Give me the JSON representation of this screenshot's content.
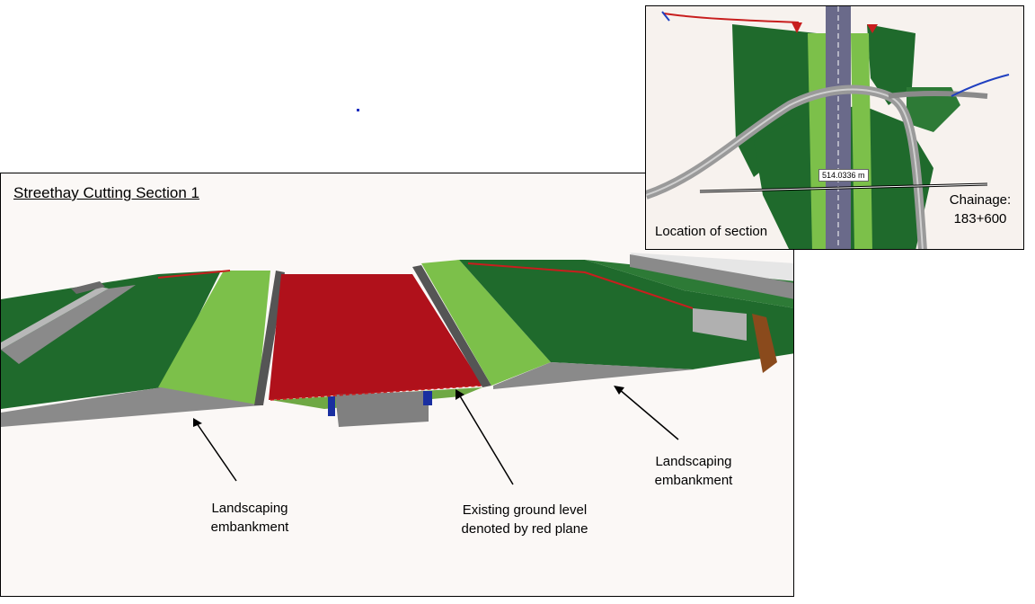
{
  "main": {
    "title": "Streethay Cutting Section 1",
    "callouts": {
      "left_embankment": [
        "Landscaping",
        "embankment"
      ],
      "ground_level": [
        "Existing ground level",
        "denoted by red plane"
      ],
      "right_embankment": [
        "Landscaping",
        "embankment"
      ]
    }
  },
  "inset": {
    "measurement": "514.0336 m",
    "chainage": [
      "Chainage:",
      "183+600"
    ],
    "location_label": "Location of section"
  },
  "colors": {
    "red_plane": "#b0111b",
    "light_green": "#7cc04a",
    "dark_green": "#1f6a2c",
    "grey": "#7a7a7a"
  }
}
